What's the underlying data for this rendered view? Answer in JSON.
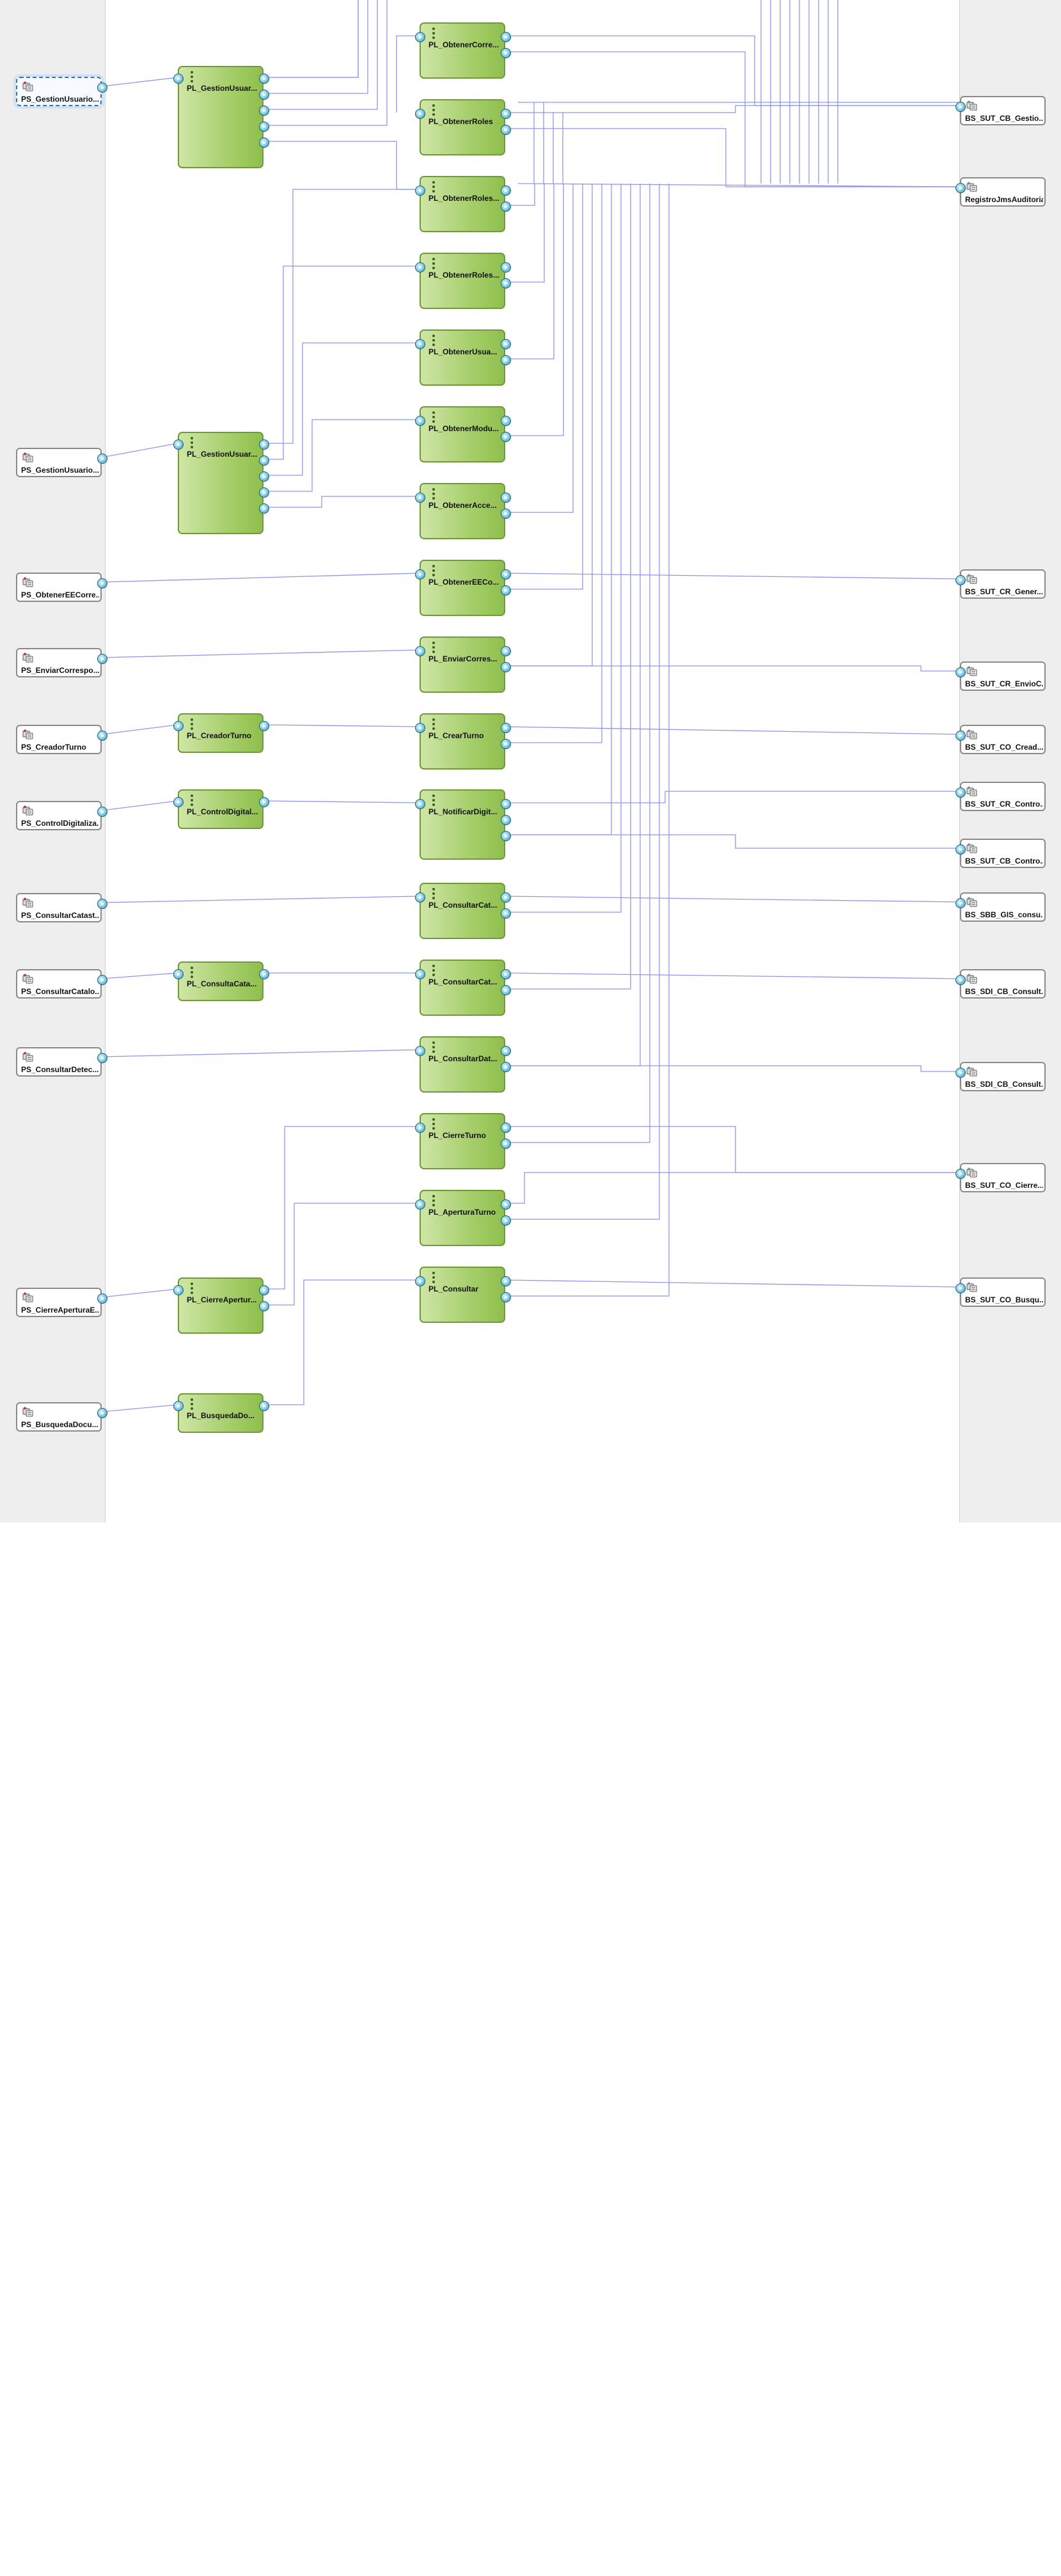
{
  "diagram": {
    "proxy_services": [
      {
        "id": "ps1",
        "label": "PS_GestionUsuario...",
        "selected": true
      },
      {
        "id": "ps2",
        "label": "PS_GestionUsuario..."
      },
      {
        "id": "ps3",
        "label": "PS_ObtenerEECorre..."
      },
      {
        "id": "ps4",
        "label": "PS_EnviarCorrespo..."
      },
      {
        "id": "ps5",
        "label": "PS_CreadorTurno"
      },
      {
        "id": "ps6",
        "label": "PS_ControlDigitaliza..."
      },
      {
        "id": "ps7",
        "label": "PS_ConsultarCatast..."
      },
      {
        "id": "ps8",
        "label": "PS_ConsultarCatalo..."
      },
      {
        "id": "ps9",
        "label": "PS_ConsultarDetec..."
      },
      {
        "id": "ps10",
        "label": "PS_CierreAperturaE..."
      },
      {
        "id": "ps11",
        "label": "PS_BusquedaDocu..."
      }
    ],
    "middle_pipelines": [
      {
        "id": "m1",
        "label": "PL_GestionUsuar..."
      },
      {
        "id": "m2",
        "label": "PL_GestionUsuar..."
      },
      {
        "id": "m3",
        "label": "PL_CreadorTurno"
      },
      {
        "id": "m4",
        "label": "PL_ControlDigital..."
      },
      {
        "id": "m5",
        "label": "PL_ConsultaCata..."
      },
      {
        "id": "m6",
        "label": "PL_CierreApertur..."
      },
      {
        "id": "m7",
        "label": "PL_BusquedaDo..."
      }
    ],
    "pipelines": [
      {
        "id": "p1",
        "label": "PL_ObtenerCorre..."
      },
      {
        "id": "p2",
        "label": "PL_ObtenerRoles"
      },
      {
        "id": "p3",
        "label": "PL_ObtenerRoles..."
      },
      {
        "id": "p4",
        "label": "PL_ObtenerRoles..."
      },
      {
        "id": "p5",
        "label": "PL_ObtenerUsua..."
      },
      {
        "id": "p6",
        "label": "PL_ObtenerModu..."
      },
      {
        "id": "p7",
        "label": "PL_ObtenerAcce..."
      },
      {
        "id": "p8",
        "label": "PL_ObtenerEECo..."
      },
      {
        "id": "p9",
        "label": "PL_EnviarCorres..."
      },
      {
        "id": "p10",
        "label": "PL_CrearTurno"
      },
      {
        "id": "p11",
        "label": "PL_NotificarDigit..."
      },
      {
        "id": "p12",
        "label": "PL_ConsultarCat..."
      },
      {
        "id": "p13",
        "label": "PL_ConsultarCat..."
      },
      {
        "id": "p14",
        "label": "PL_ConsultarDat..."
      },
      {
        "id": "p15",
        "label": "PL_CierreTurno"
      },
      {
        "id": "p16",
        "label": "PL_AperturaTurno"
      },
      {
        "id": "p17",
        "label": "PL_Consultar"
      }
    ],
    "business_services": [
      {
        "id": "bs1",
        "label": "BS_SUT_CB_Gestio..."
      },
      {
        "id": "bs2",
        "label": "RegistroJmsAuditoria"
      },
      {
        "id": "bs3",
        "label": "BS_SUT_CR_Gener..."
      },
      {
        "id": "bs4",
        "label": "BS_SUT_CR_EnvioC..."
      },
      {
        "id": "bs5",
        "label": "BS_SUT_CO_Cread..."
      },
      {
        "id": "bs6",
        "label": "BS_SUT_CR_Contro..."
      },
      {
        "id": "bs7",
        "label": "BS_SUT_CB_Contro..."
      },
      {
        "id": "bs8",
        "label": "BS_SBB_GIS_consu..."
      },
      {
        "id": "bs9",
        "label": "BS_SDI_CB_Consult..."
      },
      {
        "id": "bs10",
        "label": "BS_SDI_CB_Consult..."
      },
      {
        "id": "bs11",
        "label": "BS_SUT_CO_Cierre..."
      },
      {
        "id": "bs12",
        "label": "BS_SUT_CO_Busqu..."
      }
    ],
    "colors": {
      "canvas": "#ffffff",
      "swimlane": "#eeeeee",
      "wire": "#8f97e8",
      "pipeline_fill": "#a9d06f",
      "pipeline_border": "#6f9a3a",
      "port": "#4aa9c9"
    },
    "icons": {
      "proxy_service": "proxy-service-icon",
      "business_service": "business-service-icon",
      "port": "port-arrow-icon",
      "pipeline_grip": "pipeline-grip-icon"
    }
  }
}
